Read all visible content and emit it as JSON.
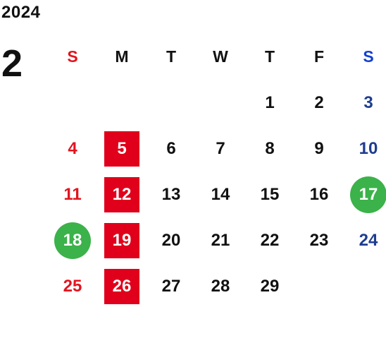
{
  "year": "2024",
  "month": "2",
  "weekdays": [
    "S",
    "M",
    "T",
    "W",
    "T",
    "F",
    "S"
  ],
  "weeks": [
    [
      "",
      "",
      "",
      "",
      "1",
      "2",
      "3"
    ],
    [
      "4",
      "5",
      "6",
      "7",
      "8",
      "9",
      "10"
    ],
    [
      "11",
      "12",
      "13",
      "14",
      "15",
      "16",
      "17"
    ],
    [
      "18",
      "19",
      "20",
      "21",
      "22",
      "23",
      "24"
    ],
    [
      "25",
      "26",
      "27",
      "28",
      "29",
      "",
      ""
    ]
  ],
  "colors": {
    "sunday": "#e2141e",
    "saturday": "#1e3d8f",
    "highlight_red": "#e0001b",
    "highlight_green": "#3bb24a"
  },
  "highlights": {
    "red_box_days": [
      "5",
      "12",
      "19",
      "26"
    ],
    "green_circle_days": [
      "17",
      "18"
    ]
  }
}
